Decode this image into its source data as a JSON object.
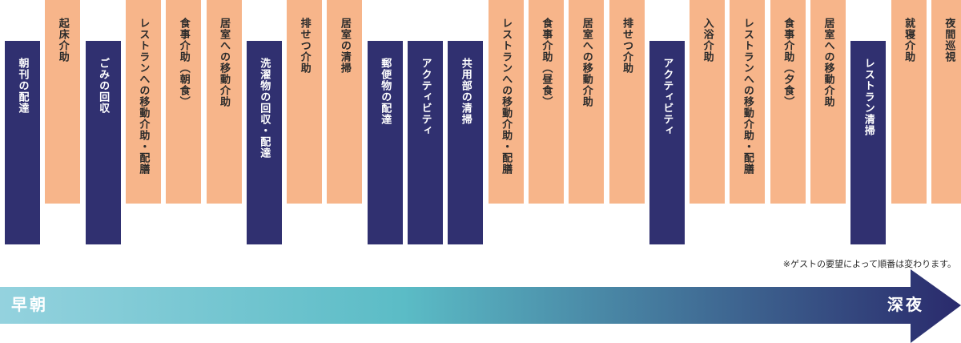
{
  "tasks": [
    {
      "label": "朝刊の配達",
      "kind": "guest"
    },
    {
      "label": "起床介助",
      "kind": "staff"
    },
    {
      "label": "ごみの回収",
      "kind": "guest"
    },
    {
      "label": "レストランへの移動介助・配膳",
      "kind": "staff"
    },
    {
      "label": "食事介助（朝食）",
      "kind": "staff"
    },
    {
      "label": "居室への移動介助",
      "kind": "staff"
    },
    {
      "label": "洗濯物の回収・配達",
      "kind": "guest"
    },
    {
      "label": "排せつ介助",
      "kind": "staff"
    },
    {
      "label": "居室の清掃",
      "kind": "staff"
    },
    {
      "label": "郵便物の配達",
      "kind": "guest"
    },
    {
      "label": "アクティビティ",
      "kind": "guest"
    },
    {
      "label": "共用部の清掃",
      "kind": "guest"
    },
    {
      "label": "レストランへの移動介助・配膳",
      "kind": "staff"
    },
    {
      "label": "食事介助（昼食）",
      "kind": "staff"
    },
    {
      "label": "居室への移動介助",
      "kind": "staff"
    },
    {
      "label": "排せつ介助",
      "kind": "staff"
    },
    {
      "label": "アクティビティ",
      "kind": "guest"
    },
    {
      "label": "入浴介助",
      "kind": "staff"
    },
    {
      "label": "レストランへの移動介助・配膳",
      "kind": "staff"
    },
    {
      "label": "食事介助（夕食）",
      "kind": "staff"
    },
    {
      "label": "居室への移動介助",
      "kind": "staff"
    },
    {
      "label": "レストラン清掃",
      "kind": "guest"
    },
    {
      "label": "就寝介助",
      "kind": "staff"
    },
    {
      "label": "夜間巡視",
      "kind": "staff"
    }
  ],
  "note": "※ゲストの要望によって順番は変わります。",
  "timeline": {
    "start_label": "早朝",
    "end_label": "深夜"
  },
  "colors": {
    "staff_block": "#f7b58a",
    "guest_block": "#303070",
    "timeline_start": "#94d2de",
    "timeline_mid": "#5bbcc6",
    "timeline_end": "#2a2a6c"
  }
}
